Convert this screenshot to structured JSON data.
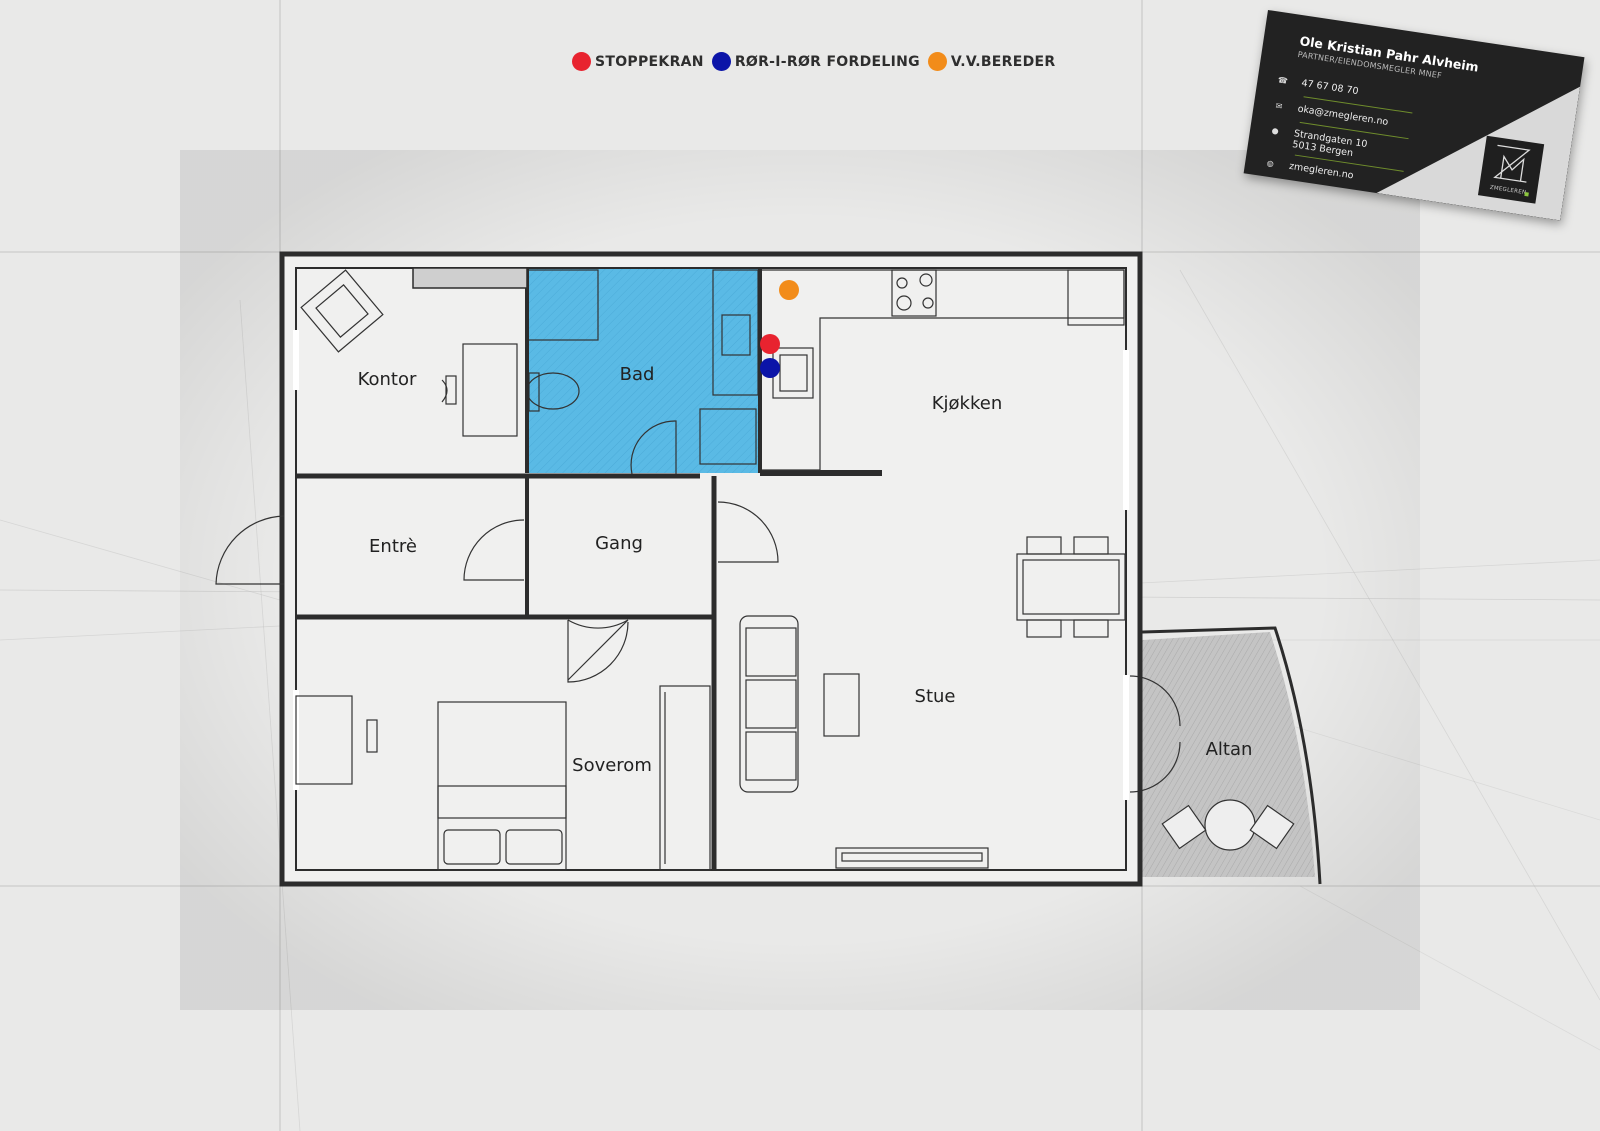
{
  "legend": {
    "items": [
      {
        "label": "STOPPEKRAN",
        "color": "#e8232f"
      },
      {
        "label": "RØR-I-RØR FORDELING",
        "color": "#0b14a8"
      },
      {
        "label": "V.V.BEREDER",
        "color": "#f28c1a"
      }
    ]
  },
  "rooms": {
    "kontor": "Kontor",
    "bad": "Bad",
    "kjokken": "Kjøkken",
    "entre": "Entrè",
    "gang": "Gang",
    "stue": "Stue",
    "soverom": "Soverom",
    "altan": "Altan"
  },
  "card": {
    "name": "Ole Kristian Pahr Alvheim",
    "title": "PARTNER/EIENDOMSMEGLER MNEF",
    "phone": "47 67 08 70",
    "email": "oka@zmegleren.no",
    "address_line1": "Strandgaten 10",
    "address_line2": "5013 Bergen",
    "website": "zmegleren.no",
    "brand": "ZMEGLEREN",
    "icons": [
      "phone-icon",
      "mail-icon",
      "location-pin-icon",
      "globe-icon"
    ]
  },
  "colors": {
    "bathroom": "#3fb0e3",
    "wall": "#2c2c2c",
    "balcony": "#bdbdbd",
    "card_accent": "#8dc63f"
  }
}
